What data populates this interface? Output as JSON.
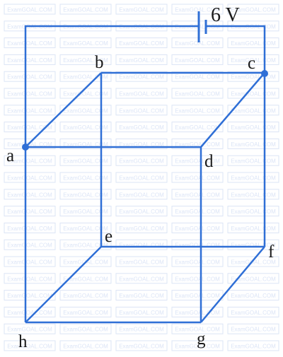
{
  "watermark": {
    "text": "ExamGOAL.COM",
    "color": "#dbe4f6"
  },
  "wire_color": "#2f6fd6",
  "label_color": "#1a1a1a",
  "battery": {
    "label": "6 V"
  },
  "vertices": {
    "a": "a",
    "b": "b",
    "c": "c",
    "d": "d",
    "e": "e",
    "f": "f",
    "g": "g",
    "h": "h"
  }
}
